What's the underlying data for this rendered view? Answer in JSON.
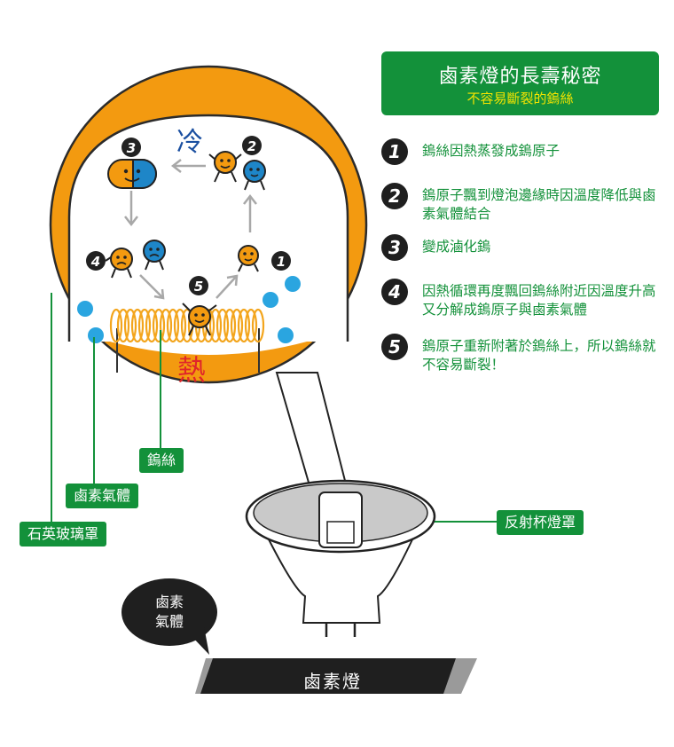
{
  "title": {
    "main": "鹵素燈的長壽秘密",
    "subtitle": "不容易斷裂的鎢絲"
  },
  "steps": [
    {
      "num": "1",
      "text": "鎢絲因熱蒸發成鎢原子"
    },
    {
      "num": "2",
      "text": "鎢原子飄到燈泡邊緣時因溫度降低與鹵素氣體結合"
    },
    {
      "num": "3",
      "text": "變成滷化鎢"
    },
    {
      "num": "4",
      "text": "因熱循環再度飄回鎢絲附近因溫度升高又分解成鎢原子與鹵素氣體"
    },
    {
      "num": "5",
      "text": "鎢原子重新附著於鎢絲上，所以鎢絲就不容易斷裂！"
    }
  ],
  "diagram": {
    "cold_label": "冷",
    "hot_label": "熱",
    "cycle_numbers": [
      "3",
      "2",
      "4",
      "1",
      "5"
    ]
  },
  "labels": {
    "filament": "鎢絲",
    "halogen_gas": "鹵素氣體",
    "quartz_cover": "石英玻璃罩",
    "reflector": "反射杯燈罩"
  },
  "bubble": {
    "line1": "鹵素",
    "line2": "氣體"
  },
  "banner": "鹵素燈",
  "colors": {
    "green": "#13913a",
    "orange": "#f39a10",
    "blue_atom": "#1e86c8",
    "gas_dot": "#2aa5e0",
    "subtitle_yellow": "#f3e400",
    "hot_red": "#e0262a",
    "cold_blue": "#1a4fa0"
  }
}
